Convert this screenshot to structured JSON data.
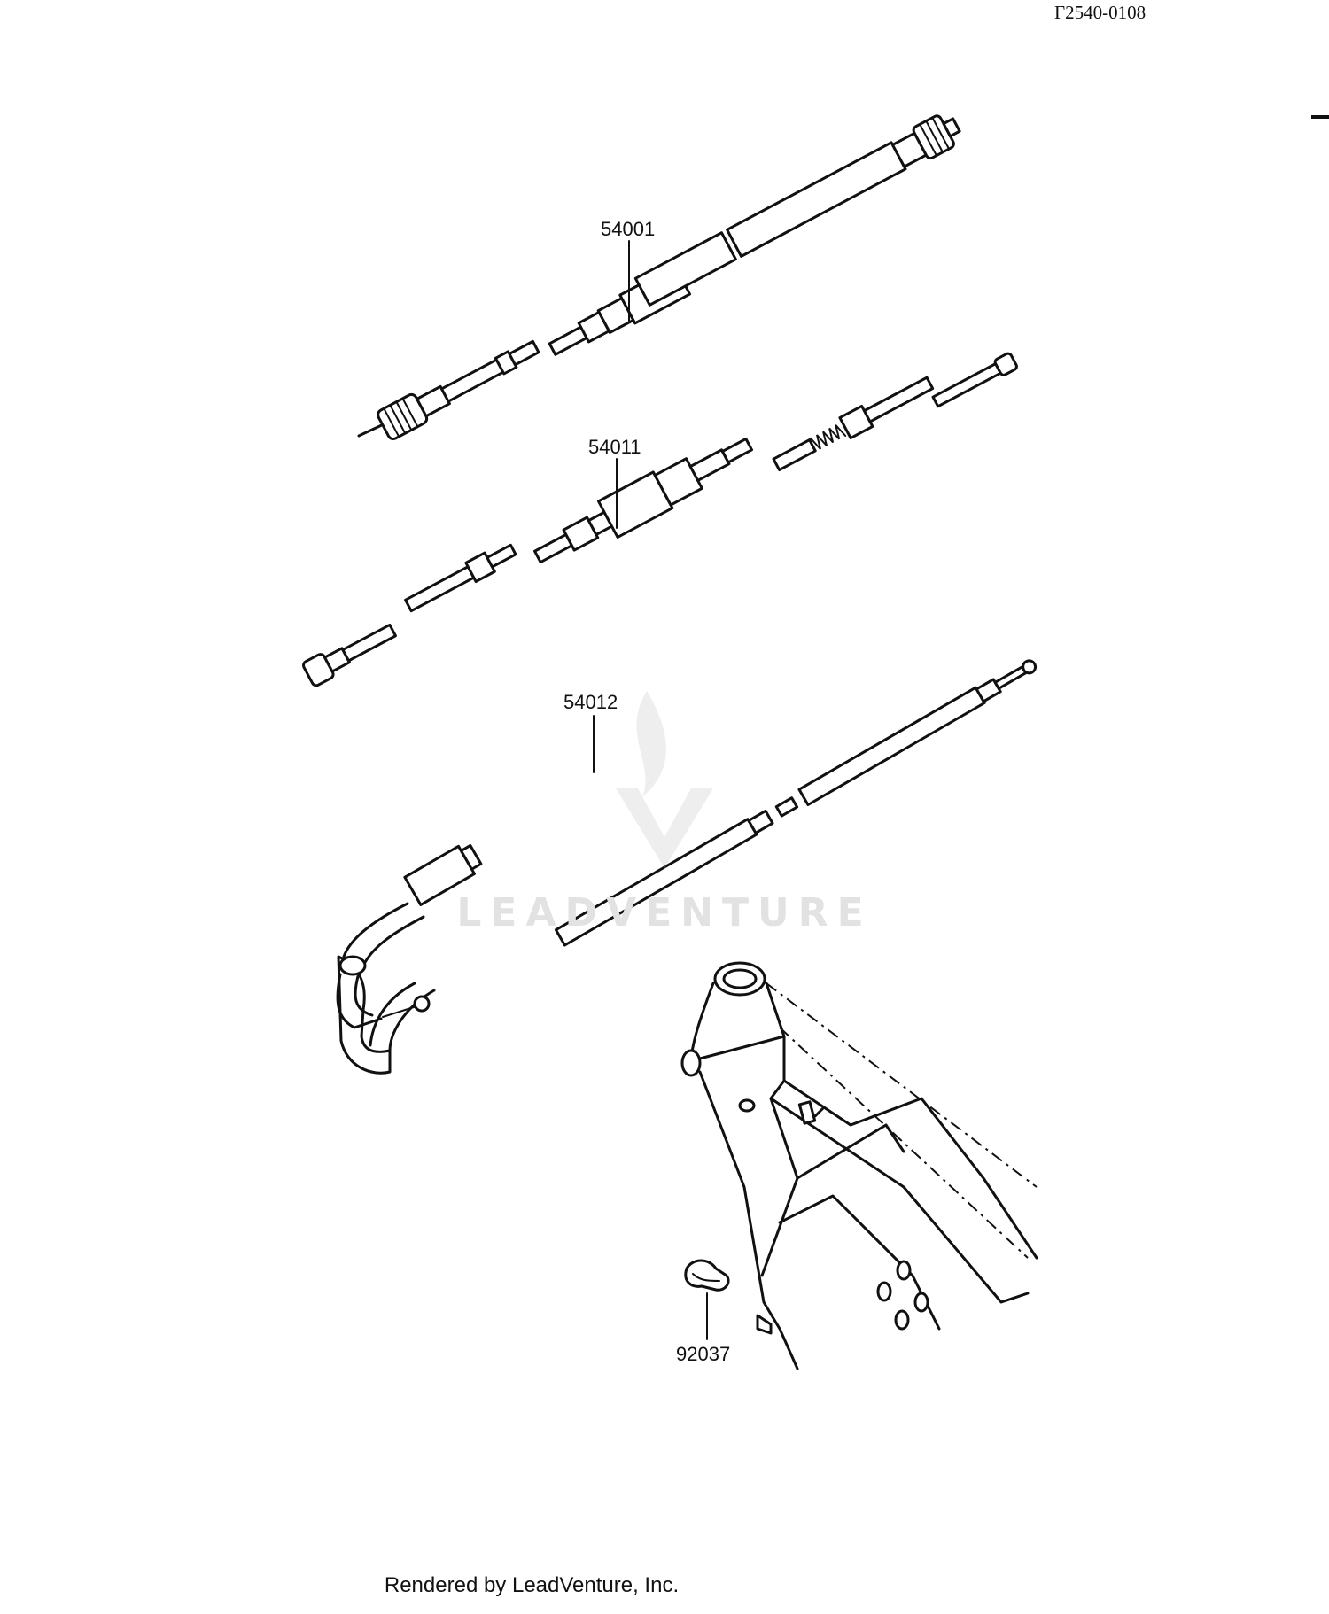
{
  "diagram_code": "2540-0108",
  "parts": {
    "speedometer_cable": "54001",
    "clutch_cable": "54011",
    "throttle_cable": "54012",
    "clamp": "92037"
  },
  "watermark": "LEADVENTURE",
  "footer": "Rendered by LeadVenture, Inc."
}
